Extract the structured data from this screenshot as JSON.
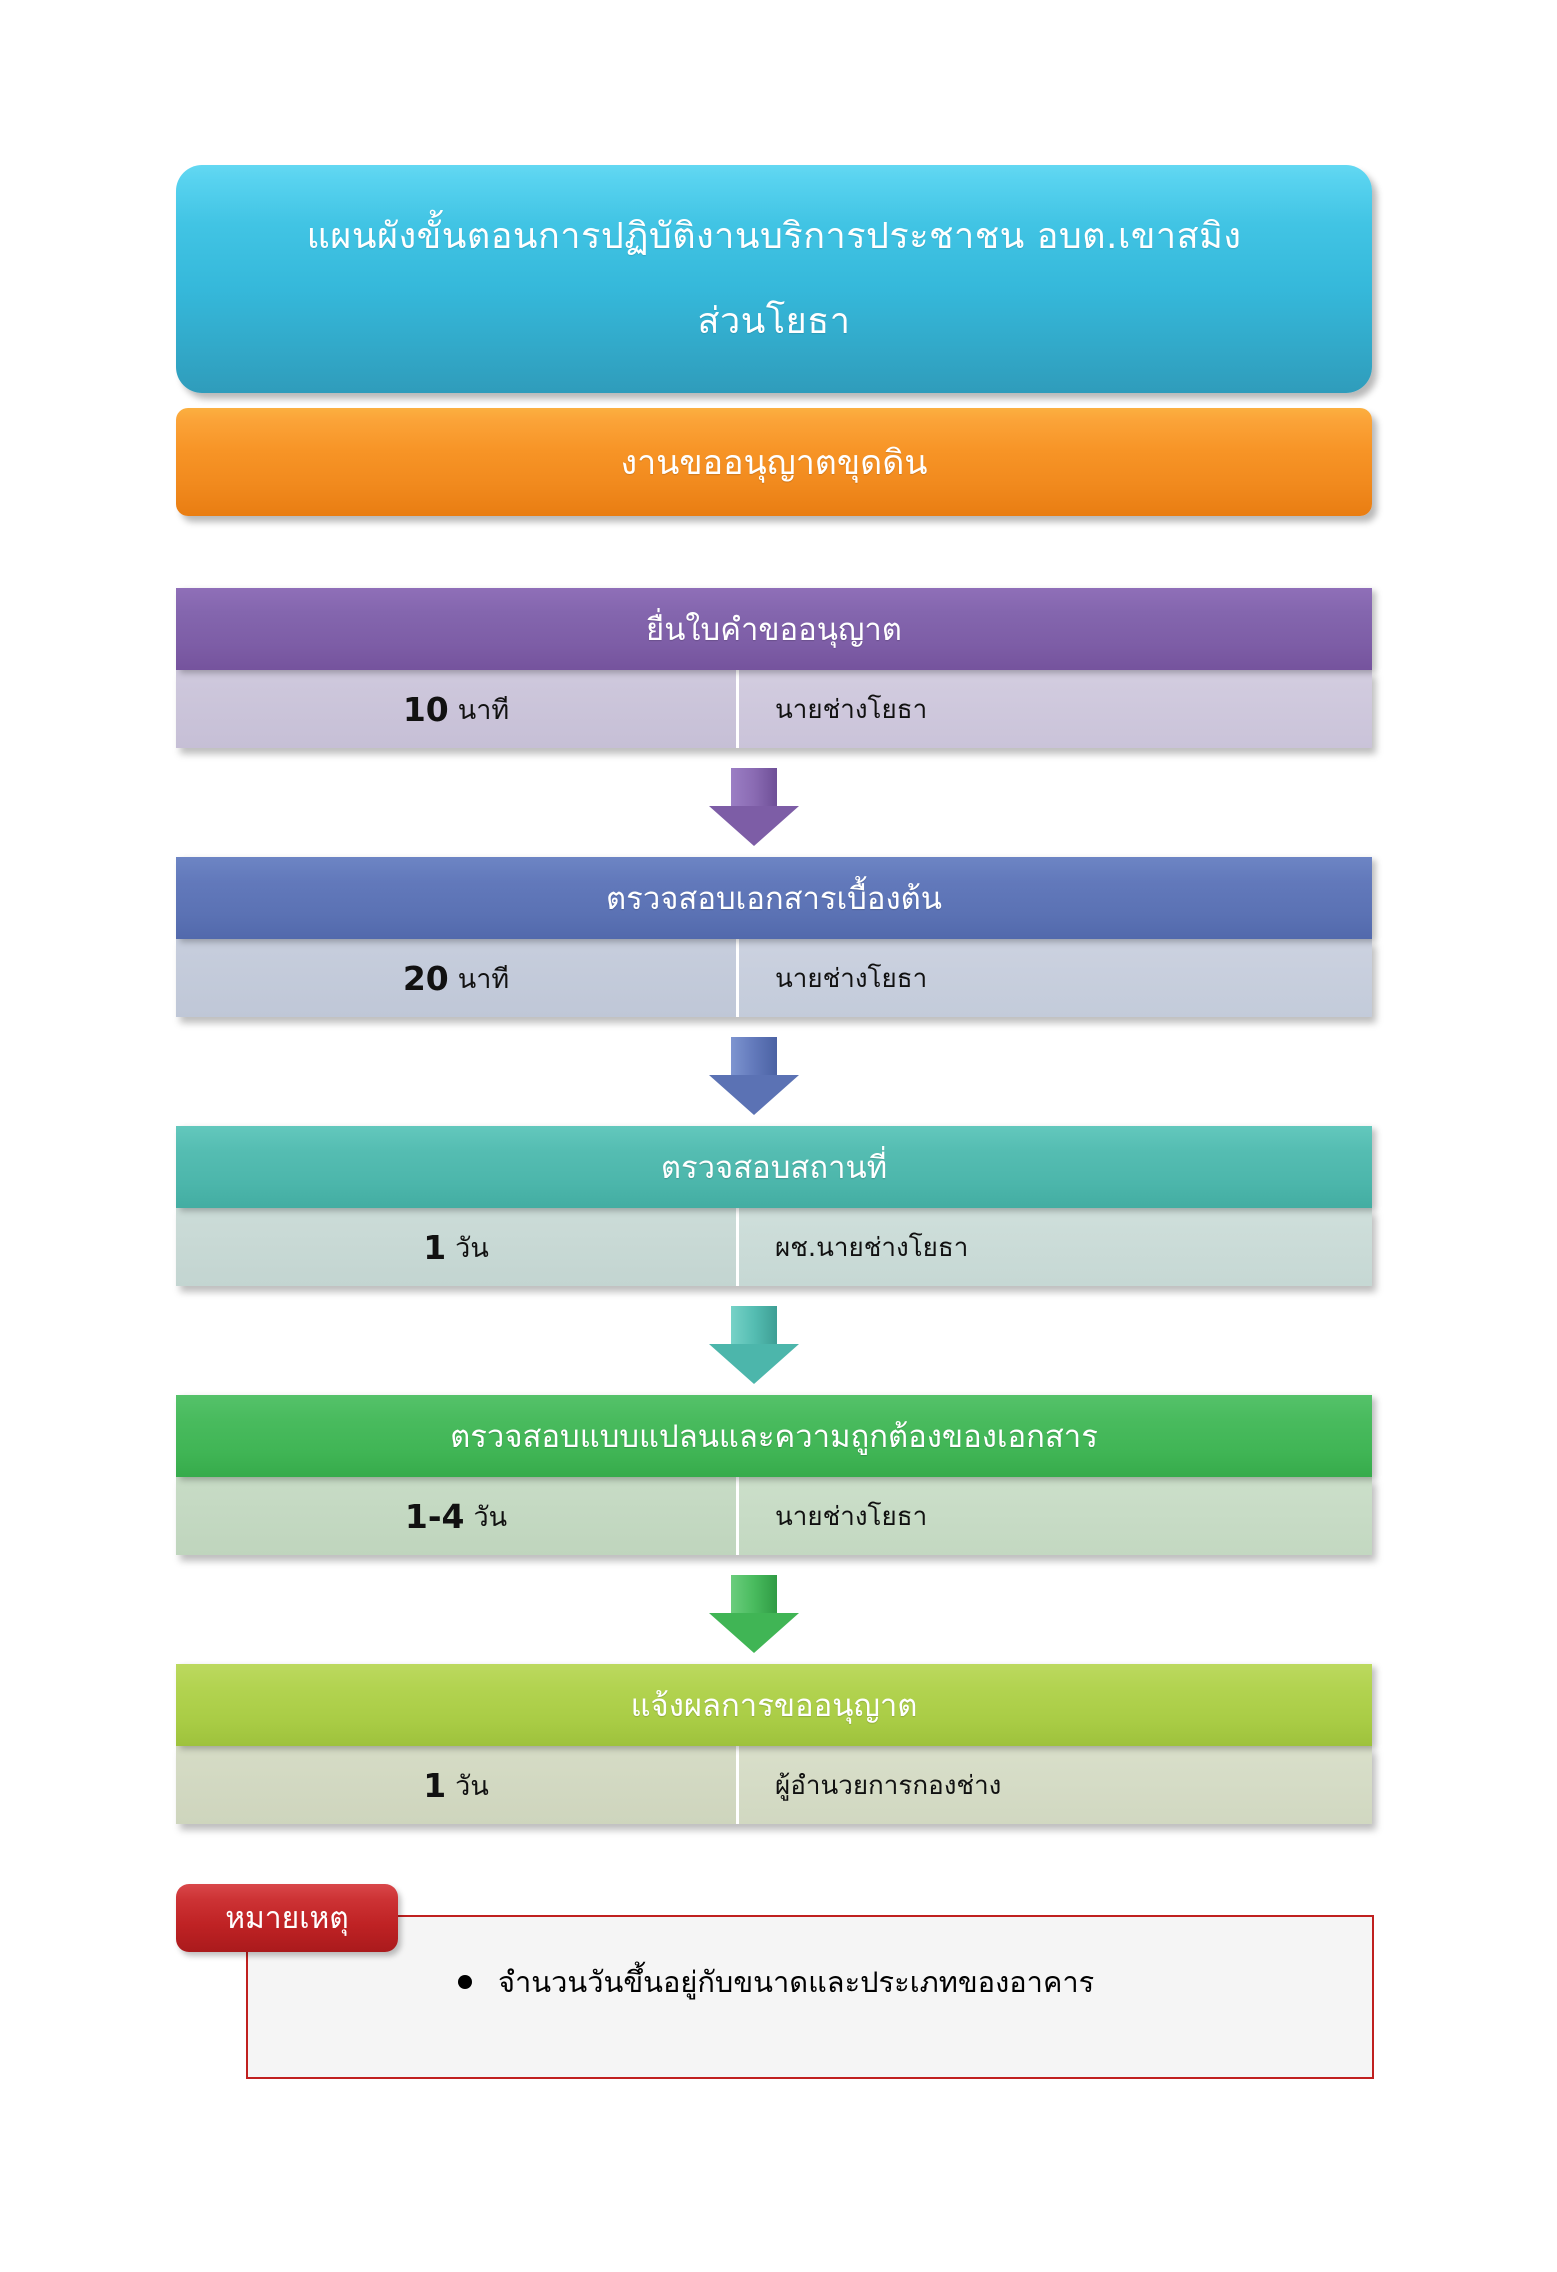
{
  "title": {
    "line1": "แผนผังขั้นตอนการปฏิบัติงานบริการประชาชน  อบต.เขาสมิง",
    "line2": "ส่วนโยธา"
  },
  "subtitle": "งานขออนุญาตขุดดิน",
  "colors": {
    "title_box": "#35b8da",
    "subtitle_bar": "#f79426",
    "step_1": "#7d5da6",
    "step_2": "#5b72b4",
    "step_3": "#4cb6ab",
    "step_4": "#40b555",
    "step_5": "#a9cc45",
    "note_accent": "#bf2224"
  },
  "steps": [
    {
      "label": "ยื่นใบคำขออนุญาต",
      "duration_number": "10",
      "duration_unit": "นาที",
      "owner": "นายช่างโยธา"
    },
    {
      "label": "ตรวจสอบเอกสารเบื้องต้น",
      "duration_number": "20",
      "duration_unit": "นาที",
      "owner": "นายช่างโยธา"
    },
    {
      "label": "ตรวจสอบสถานที่",
      "duration_number": "1",
      "duration_unit": "วัน",
      "owner": "ผช.นายช่างโยธา"
    },
    {
      "label": "ตรวจสอบแบบแปลนและความถูกต้องของเอกสาร",
      "duration_number": "1-4",
      "duration_unit": "วัน",
      "owner": "นายช่างโยธา"
    },
    {
      "label": "แจ้งผลการขออนุญาต",
      "duration_number": "1",
      "duration_unit": "วัน",
      "owner": "ผู้อำนวยการกองช่าง"
    }
  ],
  "note": {
    "tab_label": "หมายเหตุ",
    "items": [
      "จำนวนวันขึ้นอยู่กับขนาดและประเภทของอาคาร"
    ]
  }
}
